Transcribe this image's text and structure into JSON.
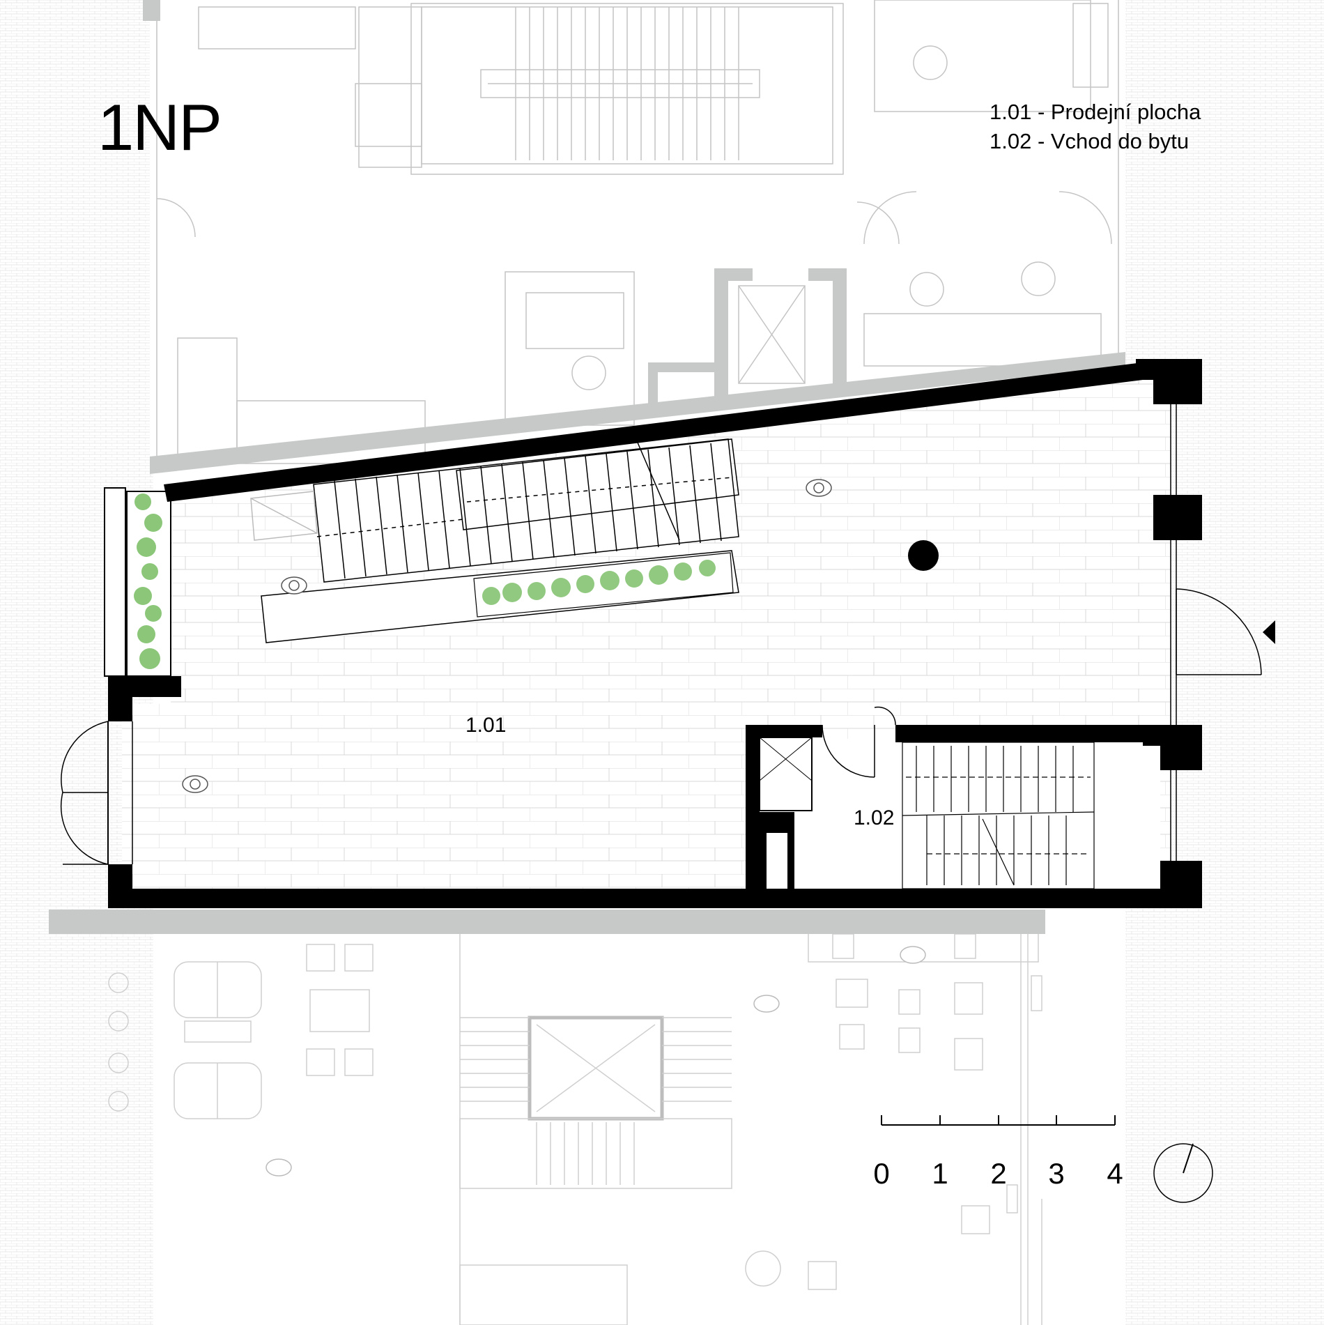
{
  "plan": {
    "title": "1NP",
    "legend": [
      "1.01 - Prodejní plocha",
      "1.02 - Vchod do bytu"
    ],
    "rooms": [
      "1.01",
      "1.02"
    ],
    "scale_bar": {
      "labels": [
        "0",
        "1",
        "2",
        "3",
        "4"
      ]
    },
    "icons": [
      "north-arrow-icon",
      "entrance-arrow-icon",
      "column-icon"
    ],
    "colors": {
      "wall": "#000000",
      "neighbor_wall": "#c7c9c9",
      "faint_line": "#b5b5b5",
      "planting": "#7fc06b"
    }
  }
}
